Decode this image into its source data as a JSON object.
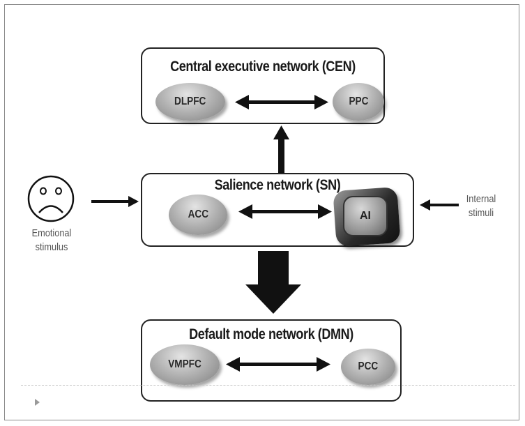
{
  "cen": {
    "title": "Central executive network (CEN)",
    "left_node": "DLPFC",
    "right_node": "PPC"
  },
  "sn": {
    "title": "Salience network (SN)",
    "left_node": "ACC",
    "right_node": "AI"
  },
  "dmn": {
    "title": "Default mode network (DMN)",
    "left_node": "VMPFC",
    "right_node": "PCC"
  },
  "inputs": {
    "emotional": {
      "line1": "Emotional",
      "line2": "stimulus",
      "icon": "sad-face-icon"
    },
    "internal": {
      "line1": "Internal",
      "line2": "stimuli"
    }
  },
  "colors": {
    "border": "#222222",
    "node_fill": "#b4b4b4",
    "arrow": "#111111"
  }
}
